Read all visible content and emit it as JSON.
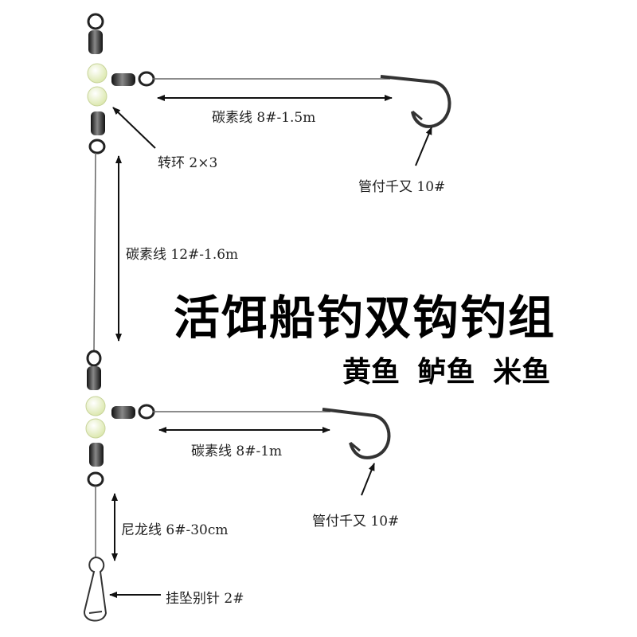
{
  "title": {
    "main": "活饵船钓双钩钓组",
    "sub": "黄鱼 鲈鱼 米鱼"
  },
  "labels": {
    "leader_top": "碳素线 8#-1.5m",
    "swivel": "转环 2×3",
    "hook_top": "管付千又 10#",
    "main_line": "碳素线 12#-1.6m",
    "leader_bottom": "碳素线 8#-1m",
    "hook_bottom": "管付千又 10#",
    "nylon_line": "尼龙线 6#-30cm",
    "sinker_snap": "挂坠别针 2#"
  },
  "colors": {
    "line": "#555555",
    "metal_dark": "#2a2a2a",
    "bead": "#eef5c8",
    "text": "#222222"
  }
}
